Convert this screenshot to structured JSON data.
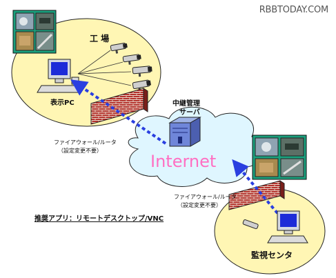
{
  "watermark": "RBBTODAY.COM",
  "factory": {
    "title": "工 場",
    "display_pc_label": "表示PC"
  },
  "relay": {
    "title_line1": "中継管理",
    "title_line2": "サーバ"
  },
  "internet": {
    "label": "Internet"
  },
  "firewall_factory": {
    "line1": "ファイアウォール/ルータ",
    "line2": "（設定変更不要）"
  },
  "firewall_center": {
    "line1": "ファイアウォール/ルータ",
    "line2": "（設定変更不要）"
  },
  "center": {
    "title": "監視センタ"
  },
  "recommended_app": "推奨アプリ：リモートデスクトップ/VNC",
  "colors": {
    "zone_fill": "#fff6b4",
    "cloud_fill": "#dff6ff",
    "internet_text": "#ff6fc2",
    "arrow_blue": "#2a3fe0",
    "brick": "#b3302a",
    "panel_green": "#1aa07d"
  }
}
